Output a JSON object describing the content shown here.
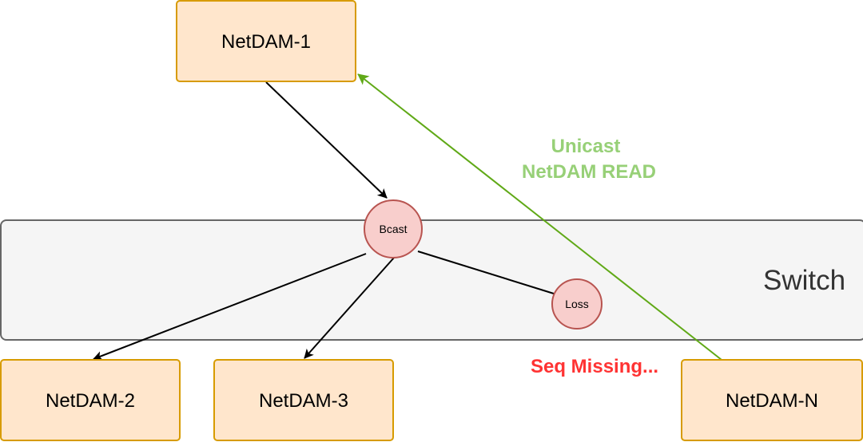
{
  "nodes": {
    "netdam_1": "NetDAM-1",
    "netdam_2": "NetDAM-2",
    "netdam_3": "NetDAM-3",
    "netdam_n": "NetDAM-N"
  },
  "switch": {
    "label": "Switch",
    "bcast": "Bcast",
    "loss": "Loss"
  },
  "annotations": {
    "unicast_line1": "Unicast",
    "unicast_line2": "NetDAM READ",
    "seq_missing": "Seq Missing..."
  },
  "colors": {
    "node_fill": "#ffe6cc",
    "node_stroke": "#d79b00",
    "switch_fill": "#f5f5f5",
    "switch_stroke": "#666666",
    "circle_fill": "#f8cecc",
    "circle_stroke": "#b85450",
    "unicast_text": "#97d077",
    "unicast_arrow": "#60a917",
    "seq_missing_text": "#ff3333",
    "flow_arrow": "#000000"
  }
}
